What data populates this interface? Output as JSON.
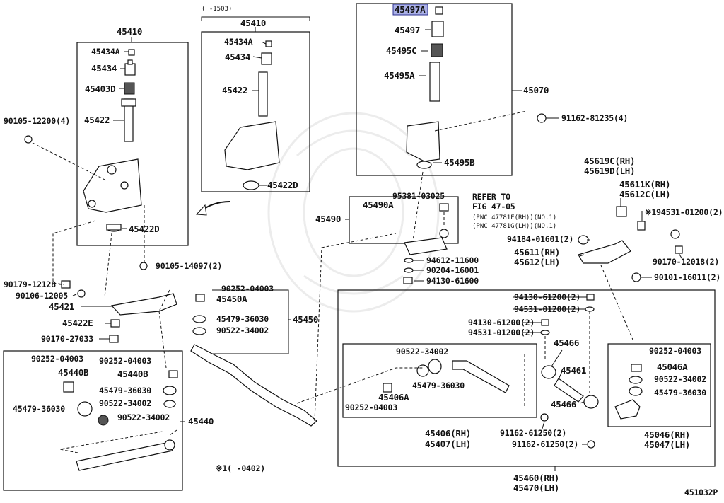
{
  "diagram_code": "451032P",
  "highlighted_part": "45497A",
  "notes": {
    "footnote": "※1(     -0402)",
    "variant_range": "(     -1503)",
    "refer_line1": "REFER TO",
    "refer_line2": "FIG 47-05",
    "pnc_rh": "(PNC  47781F(RH))(NO.1)",
    "pnc_lh": "(PNC  47781G(LH))(NO.1)"
  },
  "labels": {
    "p45410a": "45410",
    "p45434a_1": "45434A",
    "p45434_1": "45434",
    "p45403d": "45403D",
    "p45422_1": "45422",
    "p90105_12200": "90105-12200(4)",
    "p45422d_1": "45422D",
    "p45410b": "45410",
    "p45434a_2": "45434A",
    "p45434_2": "45434",
    "p45422_2": "45422",
    "p45422d_2": "45422D",
    "p45497a": "45497A",
    "p45497": "45497",
    "p45495c": "45495C",
    "p45495a": "45495A",
    "p45070": "45070",
    "p91162_81235": "91162-81235(4)",
    "p45495b": "45495B",
    "p95381_03025": "95381-03025",
    "p45490a": "45490A",
    "p45490": "45490",
    "p94612_11600": "94612-11600",
    "p90204_16001": "90204-16001",
    "p94130_61600": "94130-61600",
    "p45619c": "45619C(RH)",
    "p45619d": "45619D(LH)",
    "p45611k": "45611K(RH)",
    "p45612c": "45612C(LH)",
    "p194531": "※194531-01200(2)",
    "p94184_01601": "94184-01601(2)",
    "p45611": "45611(RH)",
    "p45612": "45612(LH)",
    "p90170_12018": "90170-12018(2)",
    "p90101_16011": "90101-16011(2)",
    "p90105_14097": "90105-14097(2)",
    "p90179_12128": "90179-12128",
    "p90106_12005": "90106-12005",
    "p45421": "45421",
    "p45422e": "45422E",
    "p90170_27033": "90170-27033",
    "p90252_04003_a": "90252-04003",
    "p45450a": "45450A",
    "p45479_36030_a": "45479-36030",
    "p90522_34002_a": "90522-34002",
    "p45450": "45450",
    "p90252_04003_b": "90252-04003",
    "p45440b_1": "45440B",
    "p90252_04003_c": "90252-04003",
    "p45440b_2": "45440B",
    "p45479_36030_b": "45479-36030",
    "p45479_36030_c": "45479-36030",
    "p90522_34002_b": "90522-34002",
    "p90522_34002_c": "90522-34002",
    "p45440": "45440",
    "p94130_61200_a": "94130-61200(2)",
    "p94531_01200_a": "94531-01200(2)",
    "p94130_61200_b": "94130-61200(2)",
    "p94531_01200_b": "94531-01200(2)",
    "p45466_a": "45466",
    "p45461": "45461",
    "p45466_b": "45466",
    "p90522_34002_d": "90522-34002",
    "p45406a": "45406A",
    "p45479_36030_d": "45479-36030",
    "p90252_04003_d": "90252-04003",
    "p45406": "45406(RH)",
    "p45407": "45407(LH)",
    "p91162_61250_a": "91162-61250(2)",
    "p91162_61250_b": "91162-61250(2)",
    "p90252_04003_e": "90252-04003",
    "p45046a": "45046A",
    "p90522_34002_e": "90522-34002",
    "p45479_36030_e": "45479-36030",
    "p45046": "45046(RH)",
    "p45047": "45047(LH)",
    "p45460": "45460(RH)",
    "p45470": "45470(LH)"
  }
}
